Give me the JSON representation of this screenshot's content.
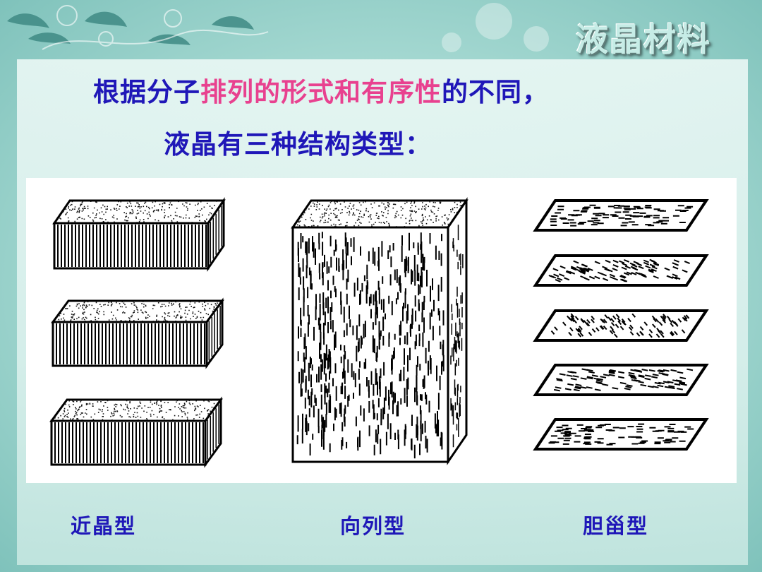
{
  "slide": {
    "corner_title": "液晶材料",
    "heading": {
      "line1_parts": [
        "根据分子",
        "排列的形式和有序性",
        "的不同，"
      ],
      "line2": "液晶有三种结构类型："
    },
    "type_labels": [
      "近晶型",
      "向列型",
      "胆甾型"
    ]
  },
  "colors": {
    "heading_text": "#1f17b8",
    "highlight_text": "#e8418f",
    "background_teal": "#a4d8d1"
  }
}
